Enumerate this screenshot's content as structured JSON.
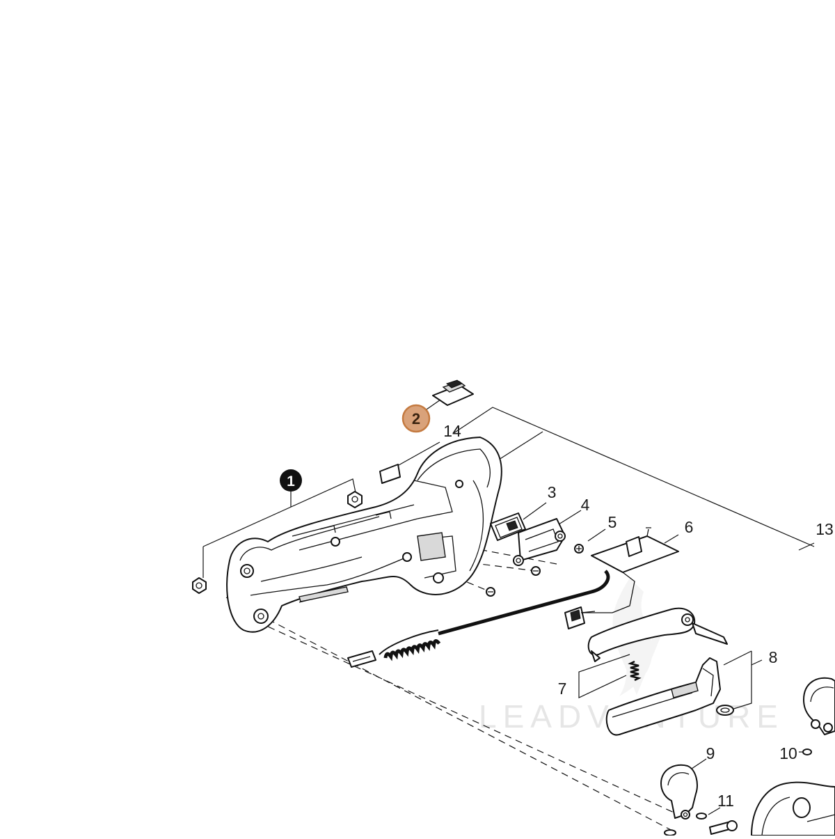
{
  "diagram": {
    "colors": {
      "line": "#111111",
      "highlight_fill": "#d9a27a",
      "highlight_stroke": "#c47a40",
      "filled_callout": "#111111",
      "watermark": "#e6e6e6"
    },
    "watermark_text": "LEADVENTURE",
    "callouts": [
      {
        "id": "1",
        "style": "filled"
      },
      {
        "id": "2",
        "style": "highlighted"
      },
      {
        "id": "3",
        "style": "plain"
      },
      {
        "id": "4",
        "style": "plain"
      },
      {
        "id": "5",
        "style": "plain"
      },
      {
        "id": "6",
        "style": "plain"
      },
      {
        "id": "7",
        "style": "plain"
      },
      {
        "id": "8",
        "style": "plain"
      },
      {
        "id": "9",
        "style": "plain"
      },
      {
        "id": "10",
        "style": "plain"
      },
      {
        "id": "11",
        "style": "plain"
      },
      {
        "id": "13",
        "style": "plain"
      },
      {
        "id": "14",
        "style": "plain"
      }
    ]
  }
}
